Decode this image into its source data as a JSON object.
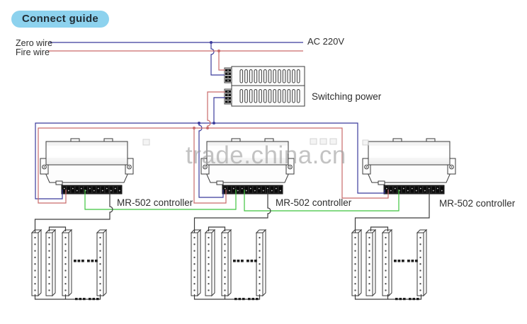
{
  "badge": {
    "label": "Connect guide",
    "bg": "#8dd2ee"
  },
  "labels": {
    "zero_wire": "Zero wire",
    "fire_wire": "Fire wire",
    "ac_power": "AC 220V",
    "switching_power": "Switching power"
  },
  "controllers": [
    {
      "label": "MR-502 controller"
    },
    {
      "label": "MR-502 controller"
    },
    {
      "label": "MR-502 controller"
    }
  ],
  "watermark": {
    "text": "trade.china.cn"
  },
  "colors": {
    "wire_blue": "#3b3b9c",
    "wire_red": "#c96a6a",
    "wire_green": "#3fc43f",
    "wire_dark": "#3c3c3c",
    "badge_bg": "#8dd2ee"
  }
}
